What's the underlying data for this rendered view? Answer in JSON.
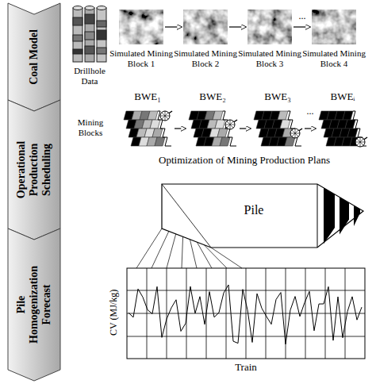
{
  "diagram": {
    "nodes": [
      {
        "text": [
          "Coal Model"
        ]
      },
      {
        "text": [
          "Operational Production Scheduling"
        ]
      },
      {
        "text": [
          "Pile Homogenization Forecast"
        ]
      },
      {
        "text": [
          "Simulated Mining Block 1"
        ]
      },
      {
        "text": [
          "Simulated Mining Block 2"
        ]
      },
      {
        "text": [
          "Simulated Mining Block 3"
        ]
      },
      {
        "text": [
          "Simulated Mining Block 4"
        ]
      },
      {
        "text": [
          "BWE₁"
        ]
      },
      {
        "text": [
          "BWE₂"
        ]
      },
      {
        "text": [
          "BWE₃"
        ]
      },
      {
        "text": [
          "BWEᵢ"
        ]
      },
      {
        "text": [
          "Pile"
        ]
      }
    ],
    "edges": [
      {
        "from": 3,
        "to": 4,
        "arrow": "to"
      },
      {
        "from": 4,
        "to": 5,
        "arrow": "to"
      },
      {
        "from": 5,
        "to": 6,
        "arrow": "to"
      },
      {
        "from": 7,
        "to": 8,
        "arrow": "to"
      },
      {
        "from": 8,
        "to": 9,
        "arrow": "to"
      },
      {
        "from": 9,
        "to": 10,
        "arrow": "to"
      }
    ],
    "labels": [
      "Drillhole Data",
      "...",
      "Mining Blocks",
      "...",
      "Optimization of Mining Production Plans",
      "CV (MJ/kg)",
      "Train"
    ]
  }
}
